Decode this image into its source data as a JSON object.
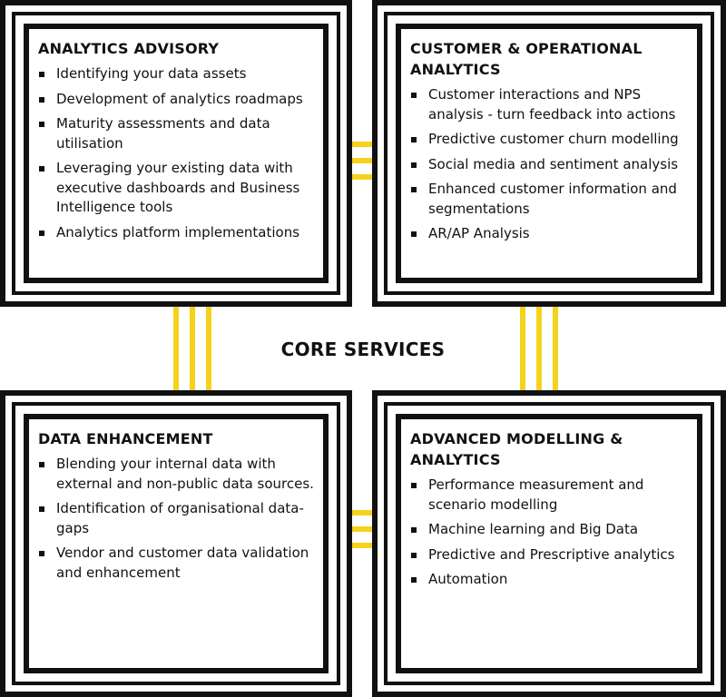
{
  "center_title": "CORE SERVICES",
  "accent_color": "#f5d21d",
  "boxes": [
    {
      "title": "ANALYTICS ADVISORY",
      "items": [
        "Identifying your data assets",
        "Development of analytics roadmaps",
        "Maturity assessments and data utilisation",
        "Leveraging your existing data with executive dashboards and Business Intelligence tools",
        "Analytics platform implementations"
      ]
    },
    {
      "title": "CUSTOMER & OPERATIONAL ANALYTICS",
      "items": [
        "Customer interactions and NPS analysis - turn feedback into actions",
        "Predictive customer churn modelling",
        "Social media and sentiment analysis",
        "Enhanced customer information and segmentations",
        "AR/AP Analysis"
      ]
    },
    {
      "title": "DATA ENHANCEMENT",
      "items": [
        "Blending your internal data with external and non-public data sources.",
        "Identification of organisational data-gaps",
        "Vendor and customer data validation and enhancement"
      ]
    },
    {
      "title": "ADVANCED MODELLING & ANALYTICS",
      "items": [
        "Performance measurement and scenario modelling",
        "Machine learning and Big Data",
        "Predictive and Prescriptive analytics",
        "Automation"
      ]
    }
  ]
}
